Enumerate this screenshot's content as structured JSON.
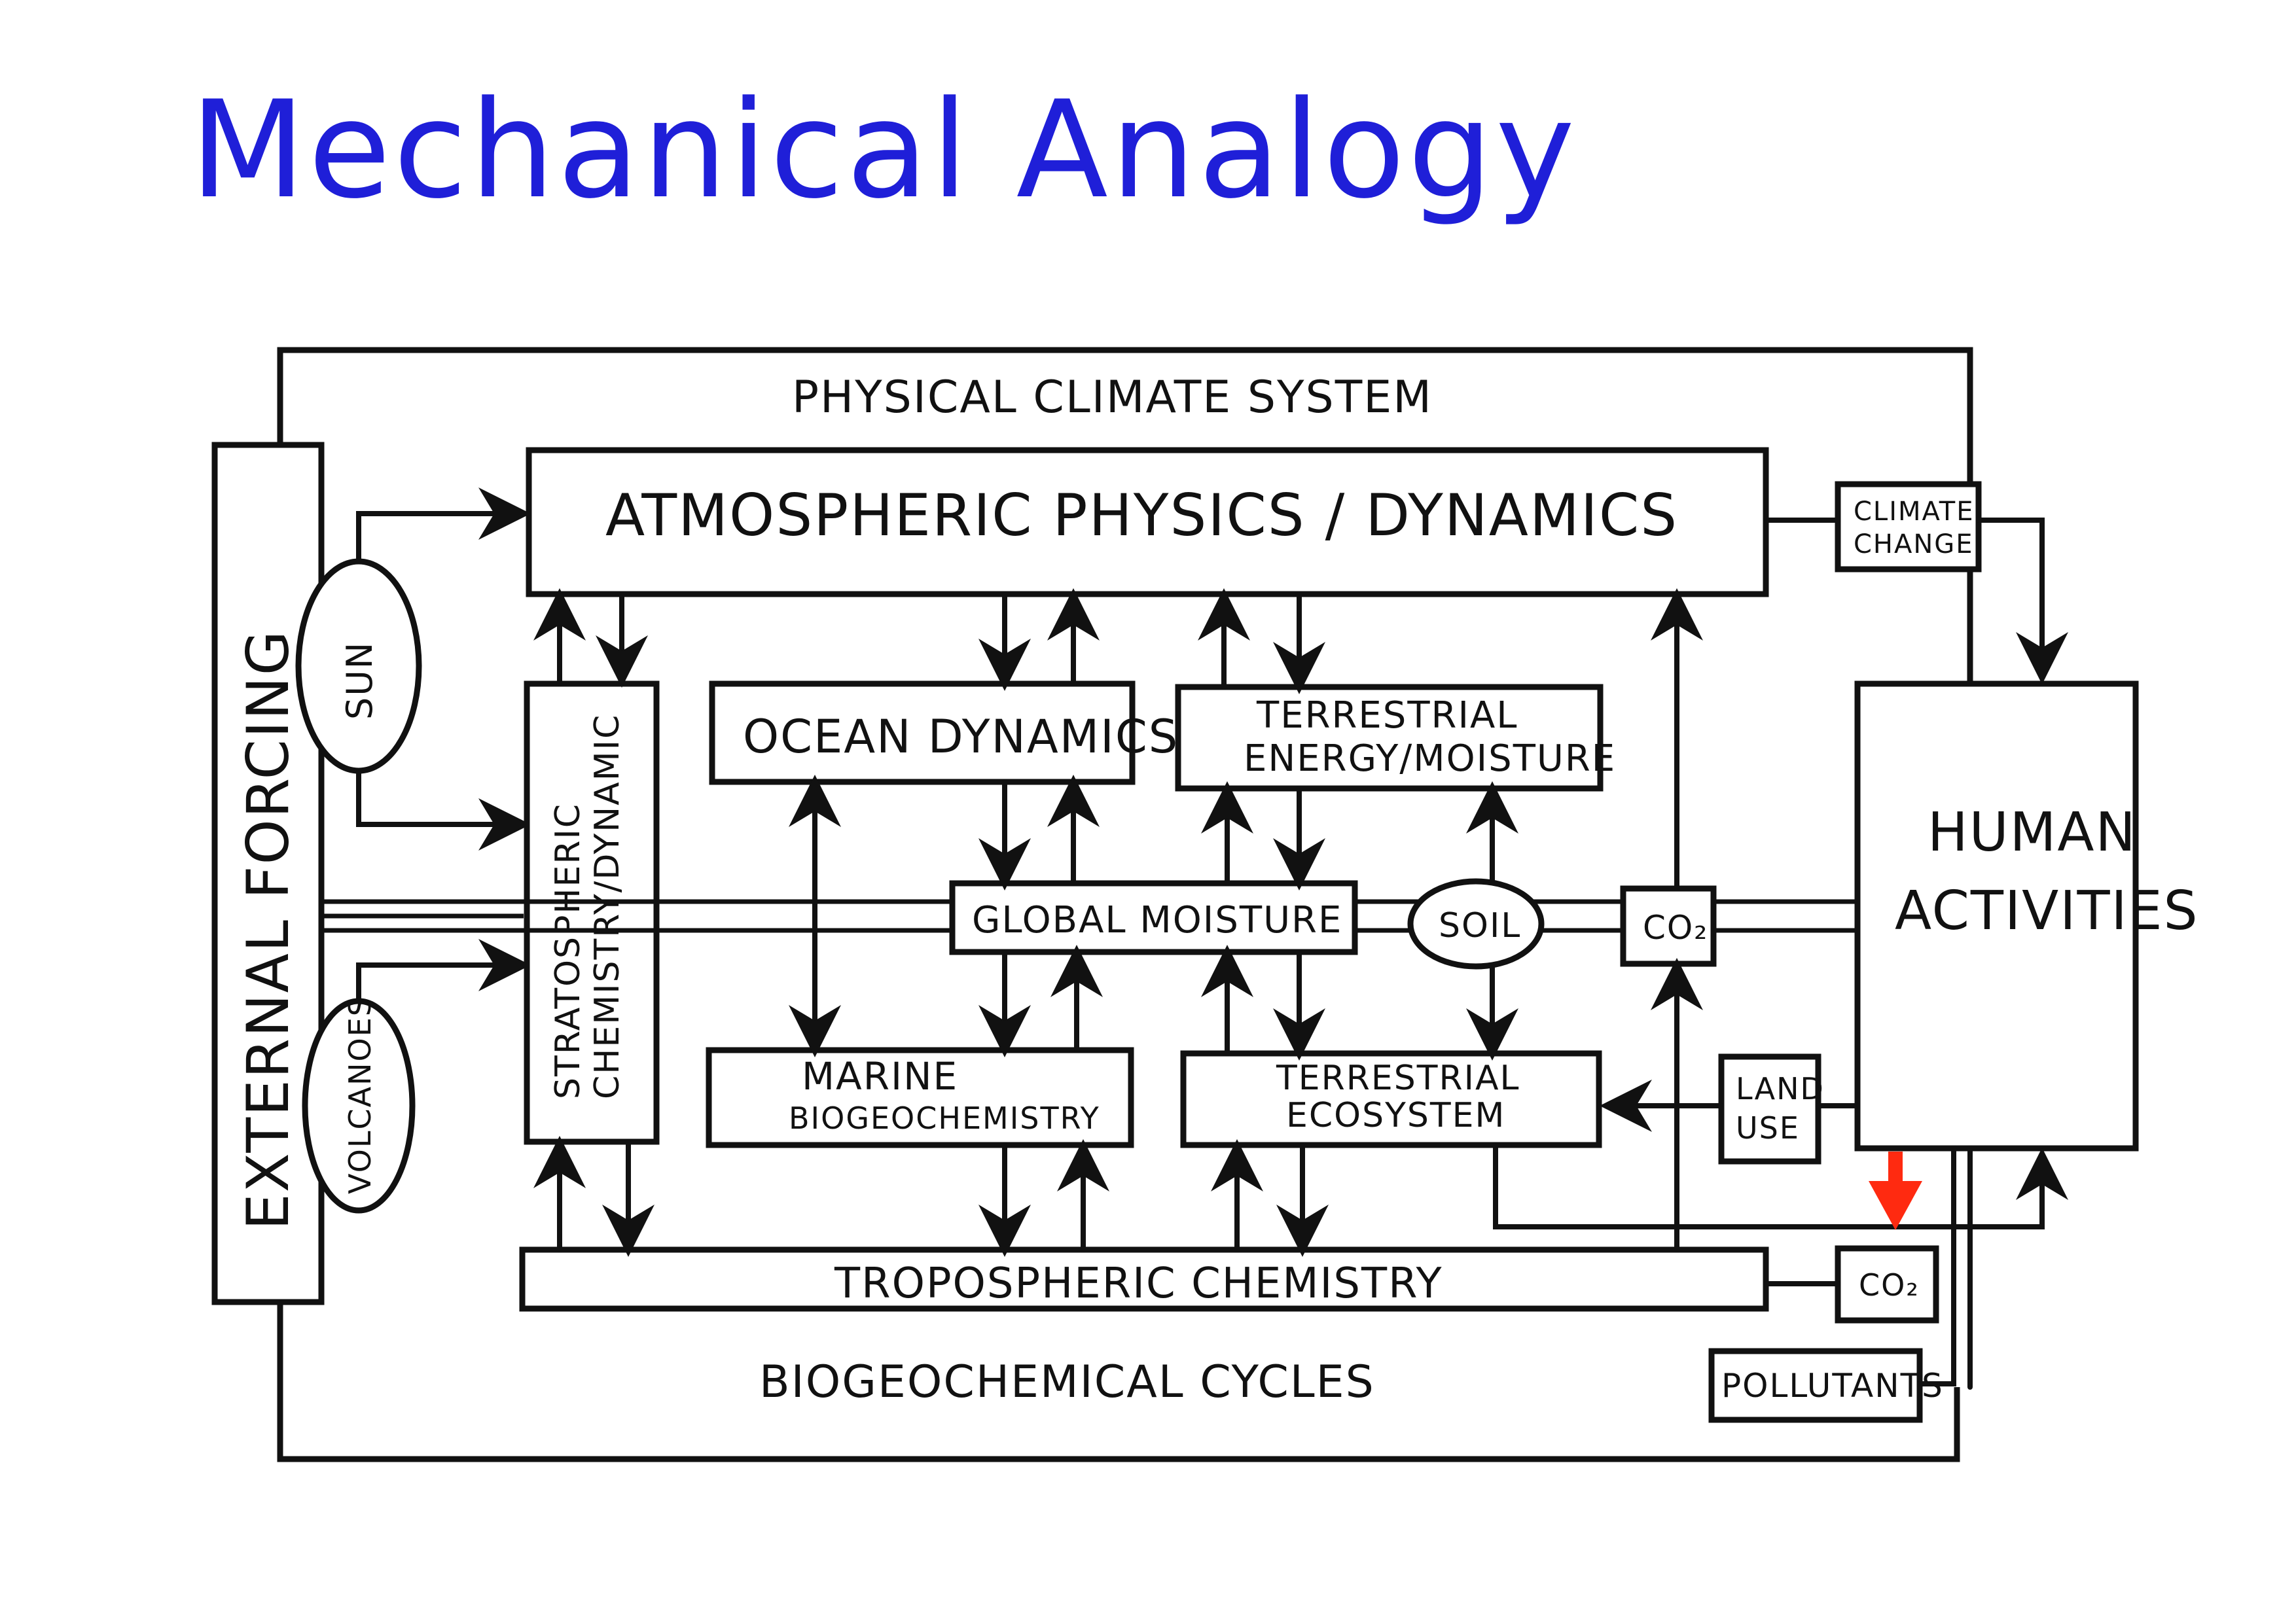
{
  "title": "Mechanical Analogy",
  "colors": {
    "title": "#1f1fd8",
    "ink": "#111111",
    "highlight_arrow": "#ff2a10"
  },
  "labels": {
    "physical_climate_system": "PHYSICAL CLIMATE SYSTEM",
    "atmospheric": "ATMOSPHERIC  PHYSICS / DYNAMICS",
    "external_forcing": "EXTERNAL FORCING",
    "sun": "SUN",
    "volcanoes": "VOLCANOES",
    "stratospheric_1": "STRATOSPHERIC",
    "stratospheric_2": "CHEMISTRY/DYNAMIC",
    "ocean_dynamics": "OCEAN DYNAMICS",
    "terrestrial_energy_1": "TERRESTRIAL",
    "terrestrial_energy_2": "ENERGY/MOISTURE",
    "global_moisture": "GLOBAL MOISTURE",
    "soil": "SOIL",
    "co2_mid": "CO₂",
    "climate_change_1": "CLIMATE",
    "climate_change_2": "CHANGE",
    "human_1": "HUMAN",
    "human_2": "ACTIVITIES",
    "marine_1": "MARINE",
    "marine_2": "BIOGEOCHEMISTRY",
    "terrestrial_eco_1": "TERRESTRIAL",
    "terrestrial_eco_2": "ECOSYSTEM",
    "land_use_1": "LAND",
    "land_use_2": "USE",
    "tropospheric": "TROPOSPHERIC  CHEMISTRY",
    "co2_bottom": "CO₂",
    "biogeochemical_cycles": "BIOGEOCHEMICAL   CYCLES",
    "pollutants": "POLLUTANTS"
  }
}
